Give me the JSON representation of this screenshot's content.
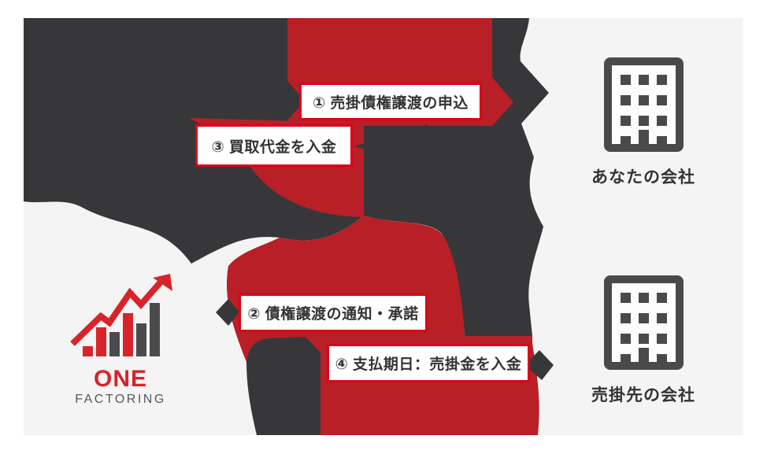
{
  "diagram_title": "factoring-flow",
  "colors": {
    "panel": "#f4f4f4",
    "dark": "#37373a",
    "red": "#b81f26",
    "border_red": "#e00019",
    "text": "#333333",
    "building": "#4a4a4a",
    "building_fill": "#fdfdfd",
    "logo_red": "#d8232a",
    "logo_gray": "#4b4b4d"
  },
  "steps": [
    {
      "num": "1",
      "label": "① 売掛債権譲渡の申込"
    },
    {
      "num": "2",
      "label": "② 債権譲渡の通知・承諾"
    },
    {
      "num": "3",
      "label": "③ 買取代金を入金"
    },
    {
      "num": "4",
      "label": "④ 支払期日：売掛金を入金"
    }
  ],
  "companies": [
    {
      "name": "あなたの会社"
    },
    {
      "name": "売掛先の会社"
    }
  ],
  "logo": {
    "title": "ONE",
    "subtitle": "FACTORING"
  }
}
